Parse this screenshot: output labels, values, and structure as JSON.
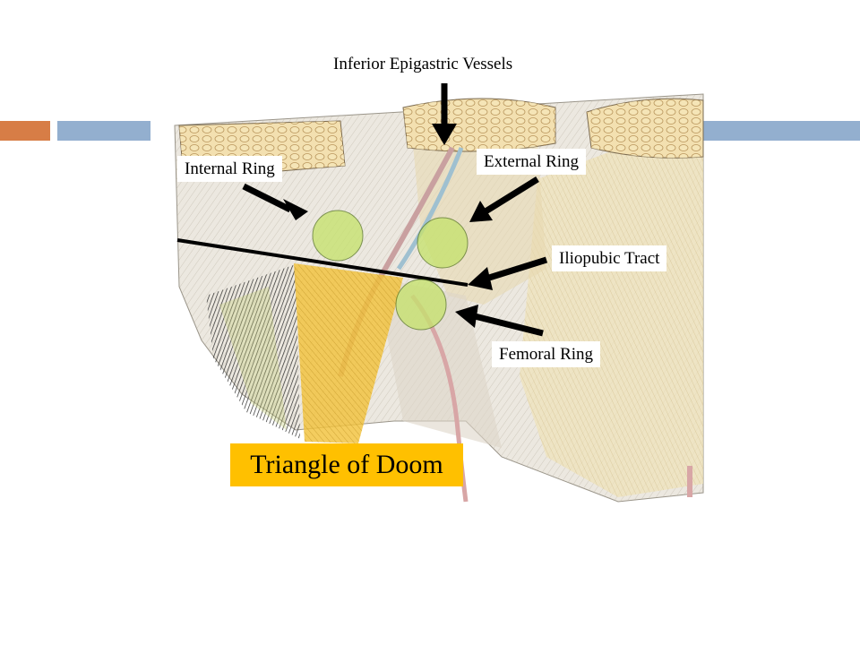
{
  "labels": {
    "inferior_epigastric": "Inferior Epigastric Vessels",
    "internal_ring": "Internal Ring",
    "external_ring": "External Ring",
    "iliopubic_tract": "Iliopubic Tract",
    "femoral_ring": "Femoral Ring",
    "triangle_of_doom": "Triangle of Doom"
  },
  "colors": {
    "accent_orange": "#d77d46",
    "accent_blue": "#93afcf",
    "ring_green": "#c6e26e",
    "triangle_yellow": "#f2c23c",
    "doom_label_bg": "#ffc000"
  }
}
